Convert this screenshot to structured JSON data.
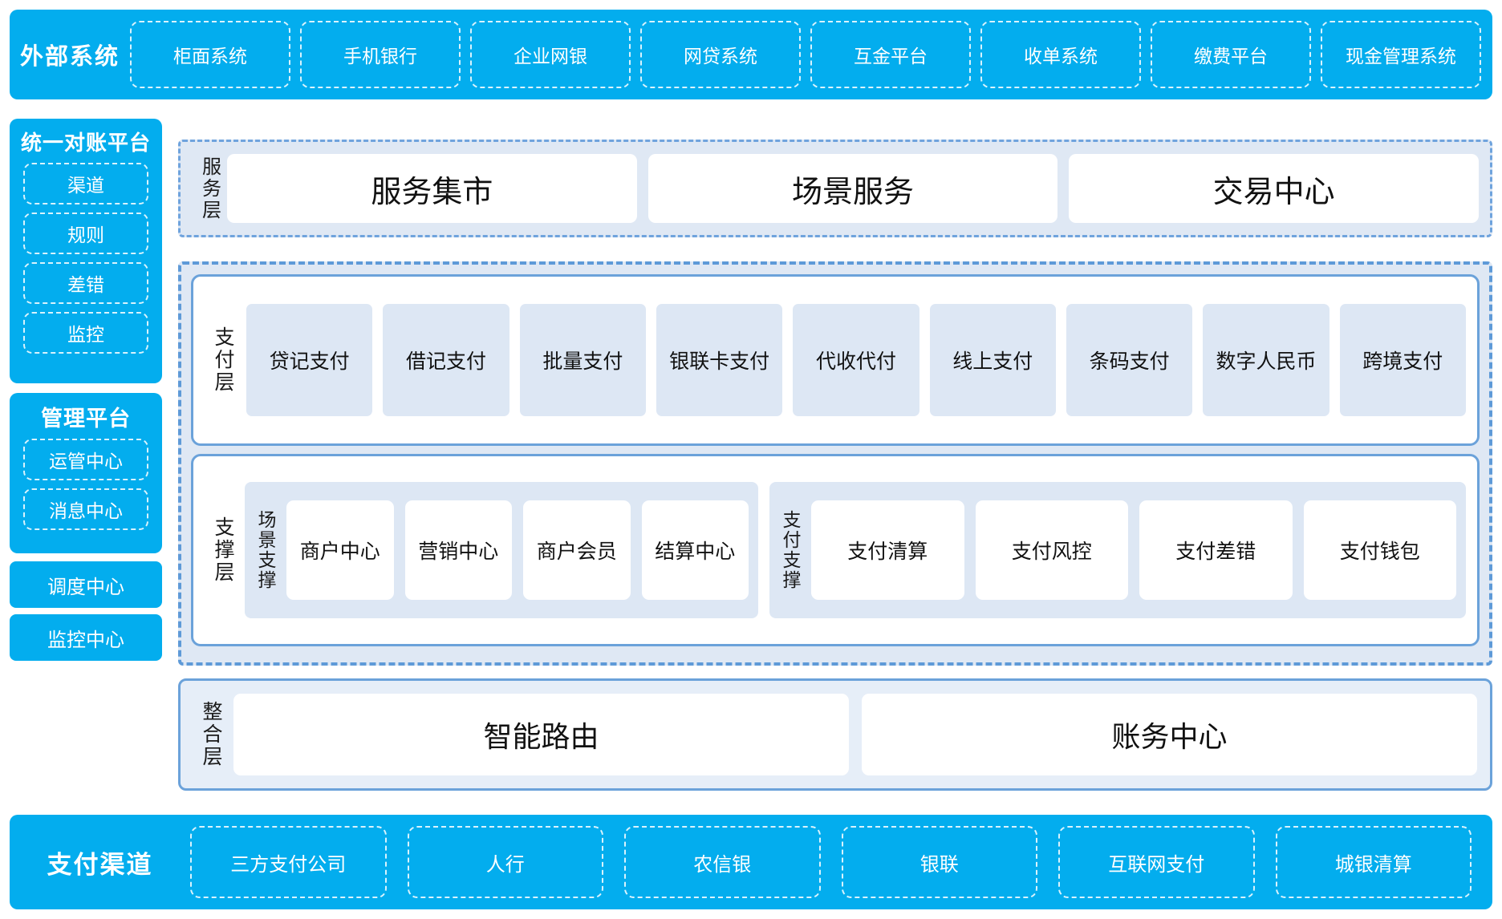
{
  "external_systems": {
    "title": "外部系统",
    "items": [
      "柜面系统",
      "手机银行",
      "企业网银",
      "网贷系统",
      "互金平台",
      "收单系统",
      "缴费平台",
      "现金管理系统"
    ]
  },
  "sidebar": {
    "recon_platform": {
      "title": "统一对账平台",
      "items": [
        "渠道",
        "规则",
        "差错",
        "监控"
      ]
    },
    "manage_platform": {
      "title": "管理平台",
      "items": [
        "运管中心",
        "消息中心"
      ]
    },
    "dispatch_center": "调度中心",
    "monitor_center": "监控中心"
  },
  "service_layer": {
    "label": "服务层",
    "items": [
      "服务集市",
      "场景服务",
      "交易中心"
    ]
  },
  "payment_layer": {
    "label": "支付层",
    "items": [
      "贷记支付",
      "借记支付",
      "批量支付",
      "银联卡支付",
      "代收代付",
      "线上支付",
      "条码支付",
      "数字人民币",
      "跨境支付"
    ]
  },
  "support_layer": {
    "label": "支撑层",
    "groups": [
      {
        "label": "场景支撑",
        "items": [
          "商户中心",
          "营销中心",
          "商户会员",
          "结算中心"
        ]
      },
      {
        "label": "支付支撑",
        "items": [
          "支付清算",
          "支付风控",
          "支付差错",
          "支付钱包"
        ]
      }
    ]
  },
  "integration_layer": {
    "label": "整合层",
    "items": [
      "智能路由",
      "账务中心"
    ]
  },
  "payment_channels": {
    "title": "支付渠道",
    "items": [
      "三方支付公司",
      "人行",
      "农信银",
      "银联",
      "互联网支付",
      "城银清算"
    ]
  },
  "colors": {
    "brand_blue": "#03ADEE",
    "panel_blue": "#dfe8f4",
    "card_blue": "#dde7f4",
    "border_blue": "#6ba2da"
  }
}
